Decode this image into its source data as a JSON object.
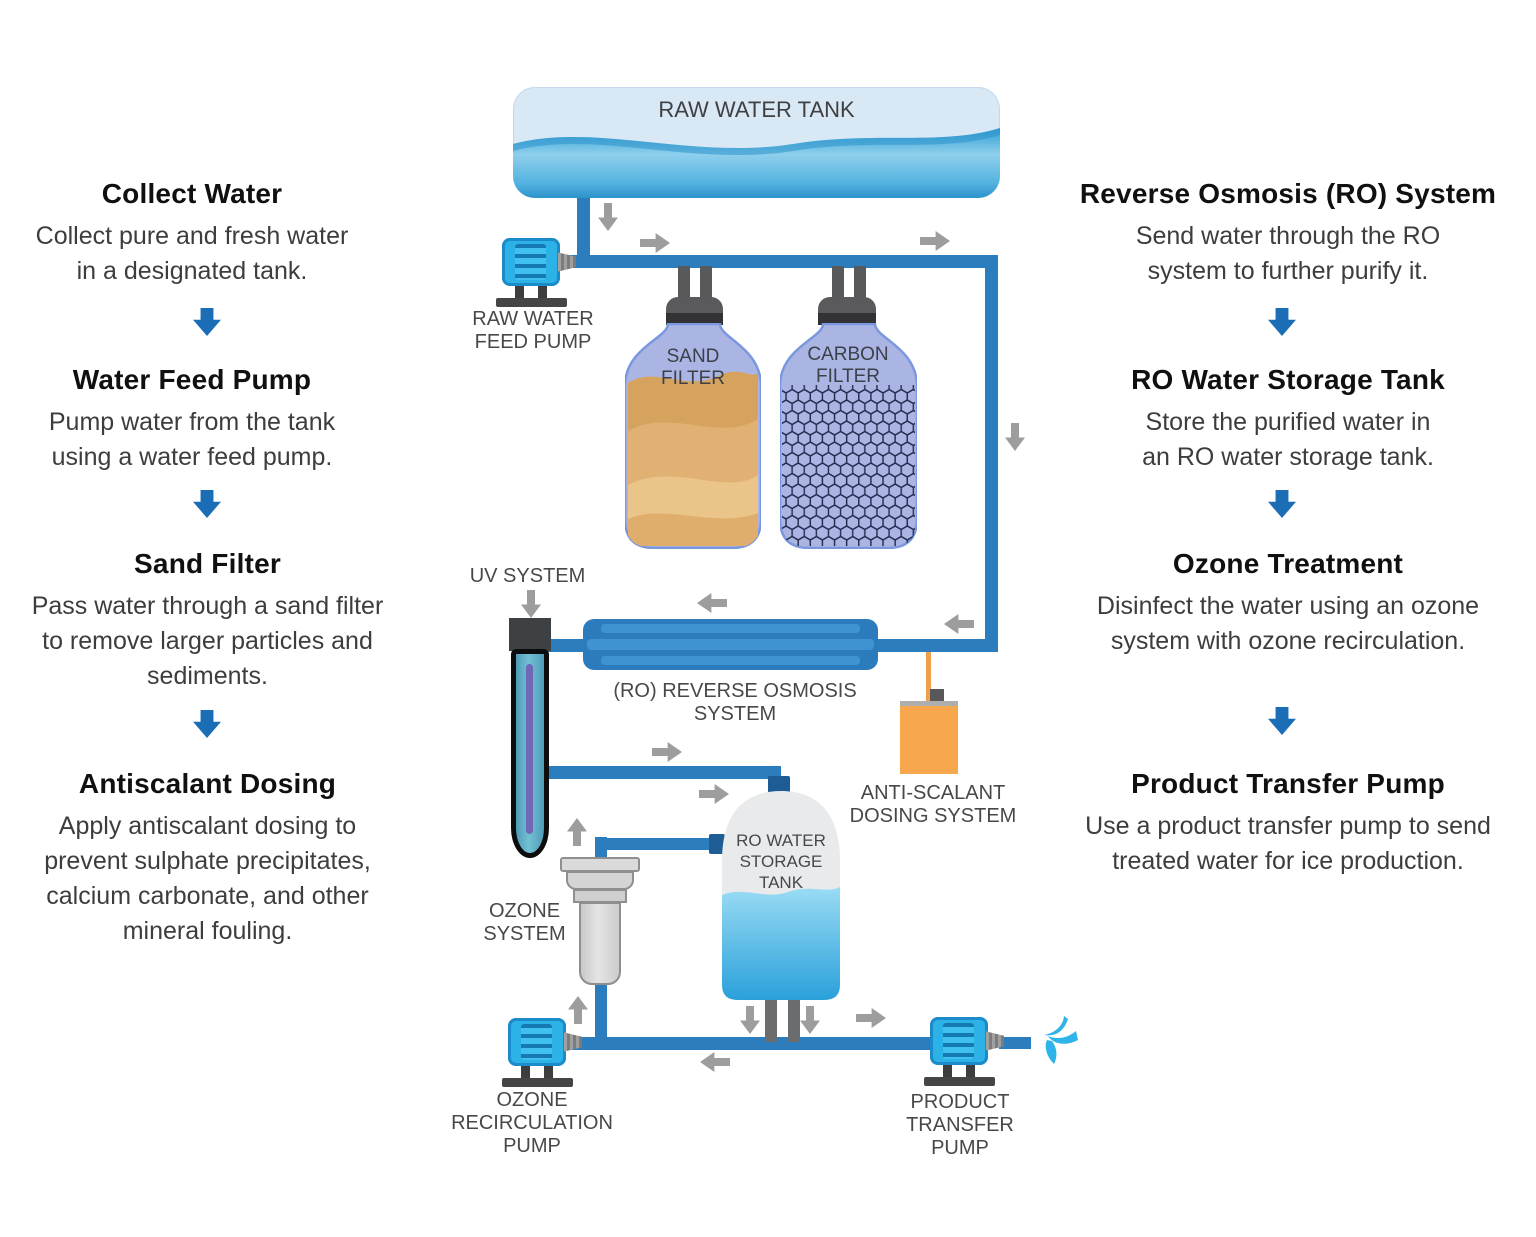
{
  "colors": {
    "pipe": "#2b7dbe",
    "pipe-dark": "#1d5c94",
    "flow": "#9d9d9d",
    "accent": "#1b6eb5",
    "pump": "#2db2e8",
    "orange": "#f7a74d",
    "periwinkle": "#aab5e3",
    "sand": "#d6a35f",
    "water": "#3ea5d8"
  },
  "left_steps": [
    {
      "title": "Collect Water",
      "body": "Collect pure and fresh water\nin a designated tank."
    },
    {
      "title": "Water Feed Pump",
      "body": "Pump water from the tank\nusing a water feed pump."
    },
    {
      "title": "Sand Filter",
      "body": "Pass water through a sand filter\nto remove larger particles and\nsediments."
    },
    {
      "title": "Antiscalant Dosing",
      "body": "Apply antiscalant dosing to\nprevent sulphate precipitates,\ncalcium carbonate, and other\nmineral fouling."
    }
  ],
  "right_steps": [
    {
      "title": "Reverse Osmosis (RO) System",
      "body": "Send water through the RO\nsystem to further purify it."
    },
    {
      "title": "RO Water Storage Tank",
      "body": "Store the purified water in\nan RO water storage tank."
    },
    {
      "title": "Ozone Treatment",
      "body": "Disinfect the water using an ozone\nsystem with ozone recirculation."
    },
    {
      "title": "Product Transfer Pump",
      "body": "Use a product transfer pump to send\ntreated water for ice production."
    }
  ],
  "labels": {
    "raw_water_tank": "RAW WATER TANK",
    "raw_water_feed_pump": "RAW WATER\nFEED PUMP",
    "sand_filter": "SAND\nFILTER",
    "carbon_filter": "CARBON\nFILTER",
    "uv_system": "UV SYSTEM",
    "ro_system": "(RO) REVERSE OSMOSIS SYSTEM",
    "anti_scalant": "ANTI-SCALANT\nDOSING SYSTEM",
    "ro_storage_tank": "RO WATER\nSTORAGE\nTANK",
    "ozone_system": "OZONE\nSYSTEM",
    "ozone_recirculation_pump": "OZONE\nRECIRCULATION\nPUMP",
    "product_transfer_pump": "PRODUCT\nTRANSFER\nPUMP"
  }
}
